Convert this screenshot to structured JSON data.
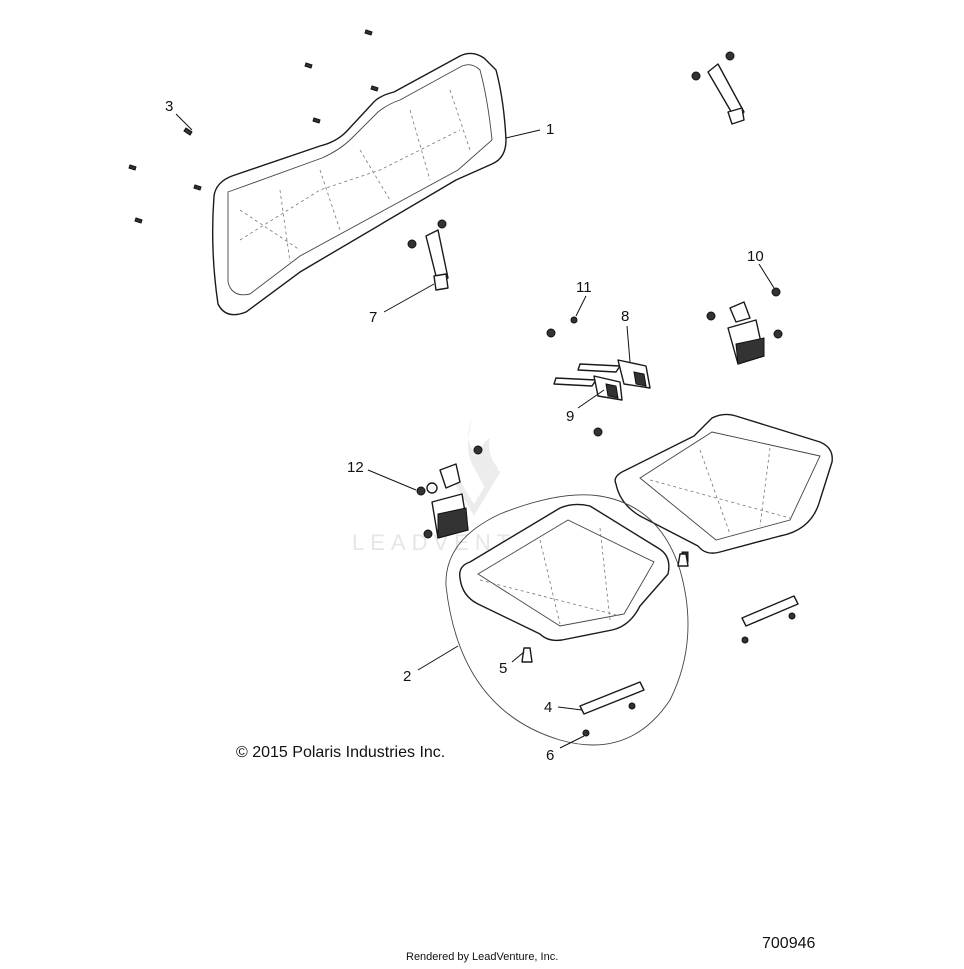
{
  "copyright": "© 2015 Polaris Industries Inc.",
  "diagram_number": "700946",
  "footer": "Rendered by LeadVenture, Inc.",
  "watermark": "LEADVENTURE",
  "callouts": [
    "1",
    "2",
    "3",
    "4",
    "5",
    "6",
    "7",
    "8",
    "9",
    "10",
    "11",
    "12"
  ]
}
